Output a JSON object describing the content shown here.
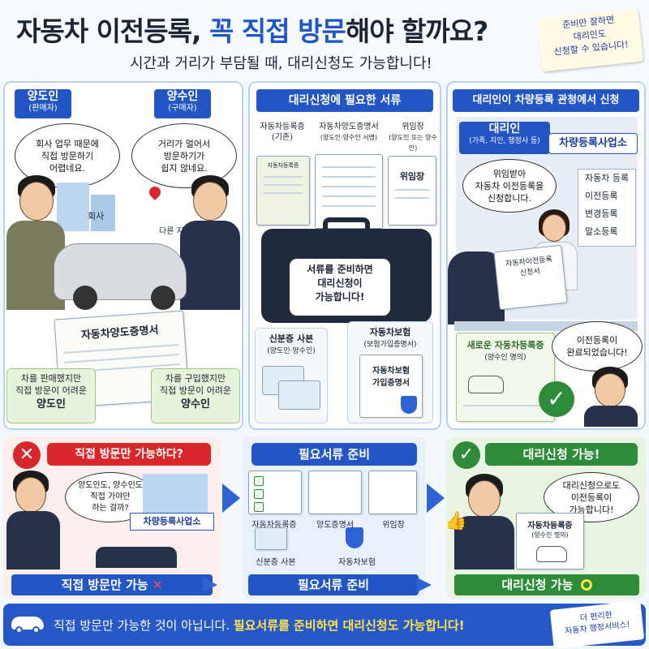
{
  "header": {
    "title_part1": "자동차 이전등록,",
    "title_part2": "꼭 직접 방문",
    "title_part3": "해야 할까요?",
    "subtitle": "시간과 거리가 부담될 때, 대리신청도 가능합니다!",
    "sticky_line1": "준비만 잘하면",
    "sticky_line2": "대리인도",
    "sticky_line3": "신청할 수 있습니다!"
  },
  "panel1": {
    "seller_label": "양도인",
    "seller_sub": "(판매자)",
    "buyer_label": "양수인",
    "buyer_sub": "(구매자)",
    "seller_bubble": [
      "회사 업무 때문에",
      "직접 방문하기",
      "어렵네요."
    ],
    "buyer_bubble": [
      "거리가 멀어서",
      "방문하기가",
      "쉽지 않네요."
    ],
    "company_sign": "회사",
    "location_label": "다른 지역",
    "doc_title": "자동차양도증명서",
    "seller_note": [
      "차를 판매했지만",
      "직접 방문이 어려운"
    ],
    "seller_note_bold": "양도인",
    "buyer_note": [
      "차를 구입했지만",
      "직접 방문이 어려운"
    ],
    "buyer_note_bold": "양수인"
  },
  "panel2": {
    "header": "대리신청에 필요한 서류",
    "docs": [
      {
        "title": "자동차등록증",
        "sub": "(기존)"
      },
      {
        "title": "자동차양도증명서",
        "sub": "(양도인·양수인 서명)"
      },
      {
        "title": "위임장",
        "sub": "(양도인 또는 양수인)"
      }
    ],
    "card_title": "자동차등록증",
    "poa_title": "위임장",
    "bag_text": [
      "서류를 준비하면",
      "대리신청이",
      "가능합니다!"
    ],
    "id_label": "신분증 사본",
    "id_sub": "(양도인·양수인)",
    "ins_label": "자동차보험",
    "ins_sub": "(보험가입증명서)",
    "ins_doc": [
      "자동차보험",
      "가입증명서"
    ]
  },
  "panel3": {
    "header": "대리인이 차량등록 관청에서 신청",
    "agent_label": "대리인",
    "agent_sub": "(가족, 지인, 행정사 등)",
    "office_sign": "차량등록사업소",
    "agent_bubble": [
      "위임받아",
      "자동차 이전등록을",
      "신청합니다."
    ],
    "menu": [
      "자동차 등록",
      "이전등록",
      "변경등록",
      "말소등록"
    ],
    "form_text": [
      "자동차이전등록",
      "신청서"
    ],
    "new_card_title": "새로운 자동차등록증",
    "new_card_sub": "(양수인 명의)",
    "done_bubble": [
      "이전등록이",
      "완료되었습니다!"
    ]
  },
  "steps": [
    {
      "header": "직접 방문만 가능하다?",
      "bar": "직접 방문만 가능",
      "bubble": [
        "양도인도, 양수인도",
        "직접 가야만",
        "하는 걸까?"
      ],
      "building": "차량등록사업소"
    },
    {
      "header": "필요서류 준비",
      "bar": "필요서류 준비",
      "items": [
        "자동차등록증",
        "양도증명서",
        "위임장",
        "신분증 사본",
        "자동차보험"
      ]
    },
    {
      "header": "대리신청 가능!",
      "bar": "대리신청 가능",
      "bubble": [
        "대리신청으로도",
        "이전등록이",
        "가능합니다!"
      ],
      "card_title": "자동차등록증",
      "card_sub": "(양수인 명의)"
    }
  ],
  "bottom": {
    "text1": "직접 방문만 가능한 것이 아닙니다.",
    "text2": "필요서류를 준비하면 대리신청도 가능합니다!",
    "stamp_line1": "더 편리한",
    "stamp_line2": "자동차 행정서비스!"
  },
  "colors": {
    "brand_blue": "#2455c4",
    "red": "#d9262b",
    "green": "#2e8b3a",
    "yellow": "#ffe44a"
  },
  "icons": [
    "car-icon",
    "check-icon",
    "x-icon",
    "location-pin-icon",
    "shield-icon"
  ]
}
